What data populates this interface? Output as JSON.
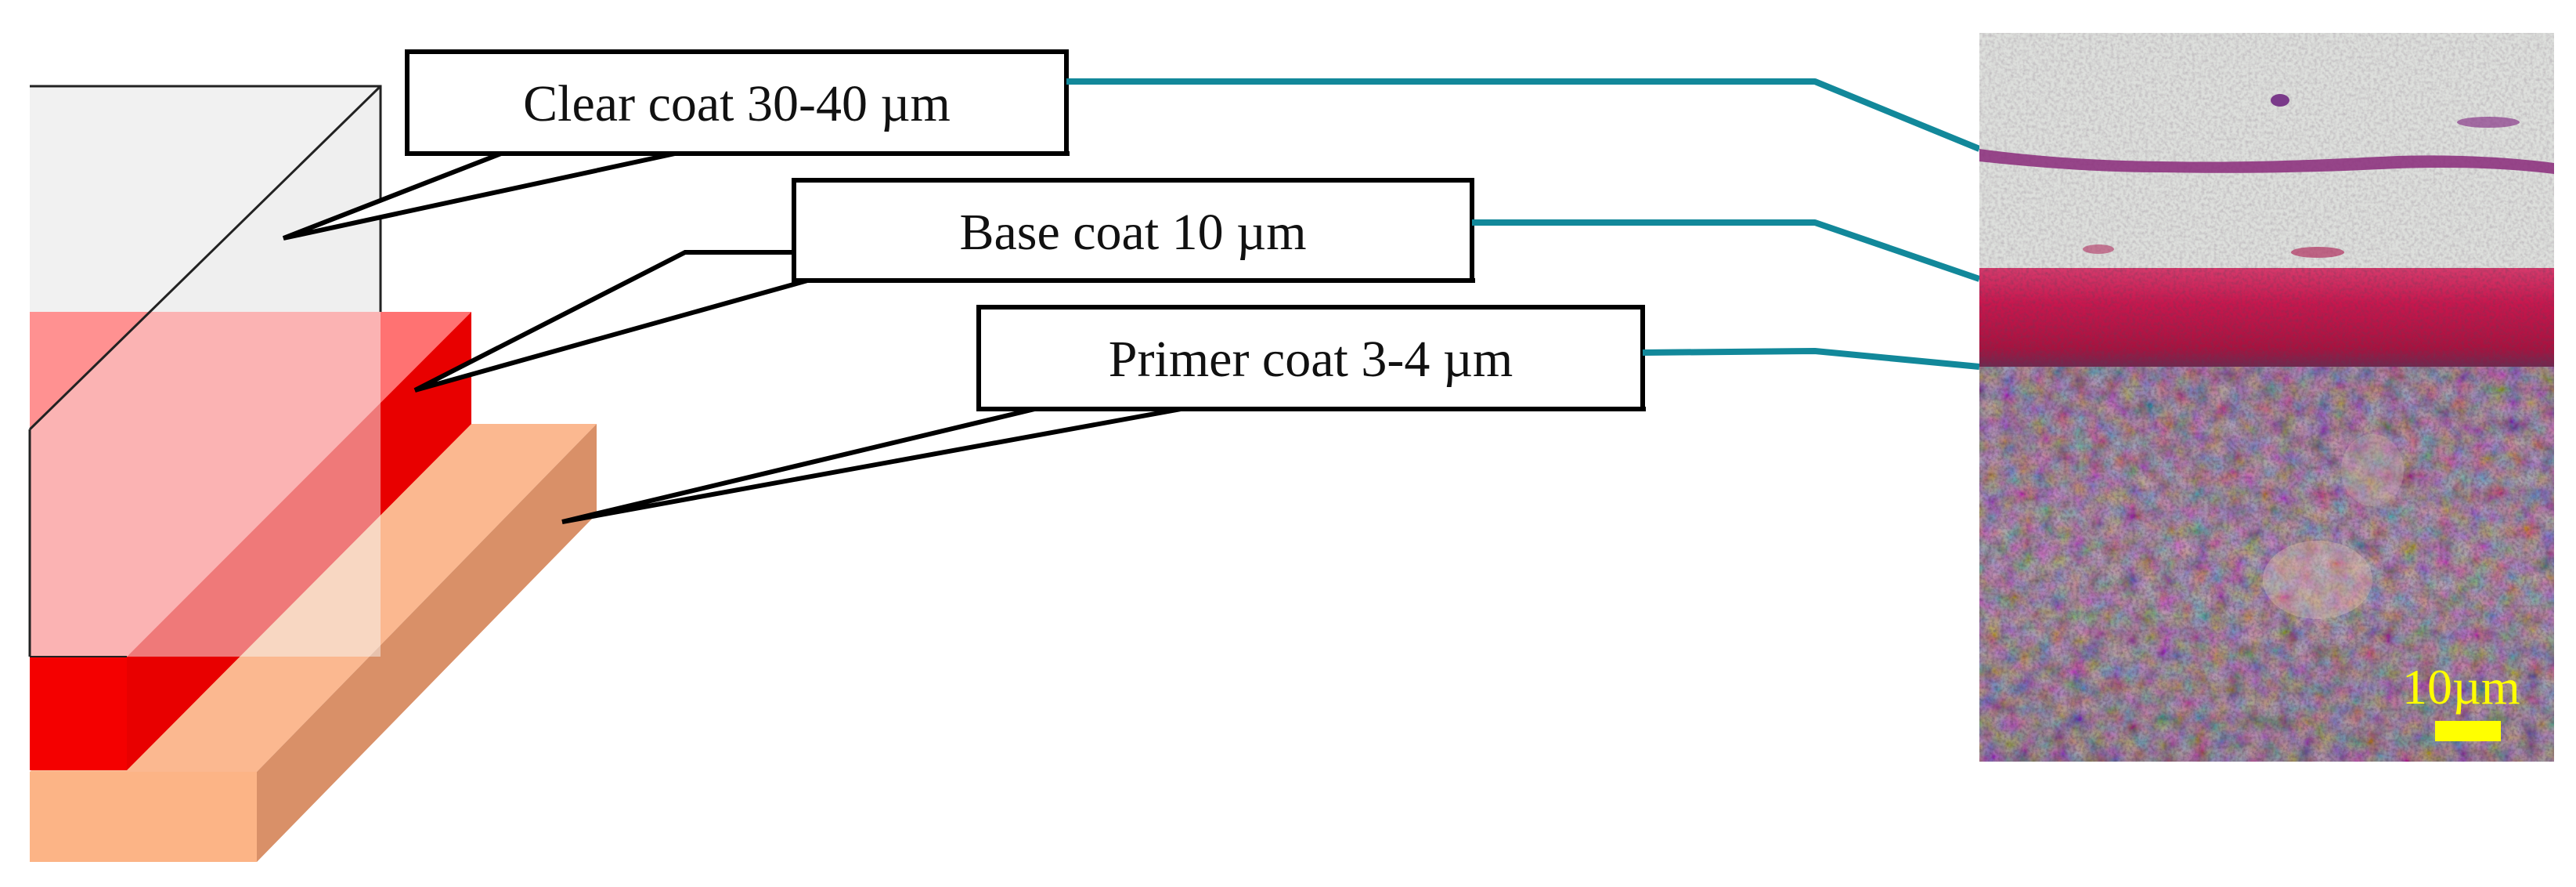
{
  "callouts": [
    {
      "id": "clear",
      "label": "Clear coat 30-40 µm"
    },
    {
      "id": "base",
      "label": "Base coat 10 µm"
    },
    {
      "id": "primer",
      "label": "Primer coat 3-4 µm"
    }
  ],
  "micrograph": {
    "scale_bar_label": "10µm"
  },
  "colors": {
    "connector": "#12889a",
    "clear_coat": "#e9e9e9",
    "base_coat": "#ee0000",
    "primer_coat": "#fbb488",
    "primer_side": "#d88f66",
    "scale_bar": "#ffff00",
    "micrograph_top": "#dcdddb",
    "micrograph_red_band": "#c0134a",
    "micrograph_substrate": "#6b4f6f"
  }
}
